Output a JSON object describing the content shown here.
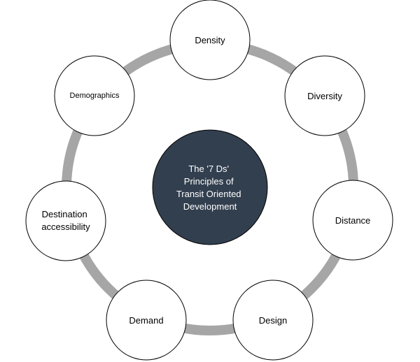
{
  "center": {
    "lines": [
      "The '7 Ds'",
      "Principles of",
      "Transit Oriented",
      "Development"
    ]
  },
  "nodes": [
    {
      "id": "density",
      "lines": [
        "Density"
      ]
    },
    {
      "id": "diversity",
      "lines": [
        "Diversity"
      ]
    },
    {
      "id": "distance",
      "lines": [
        "Distance"
      ]
    },
    {
      "id": "design",
      "lines": [
        "Design"
      ]
    },
    {
      "id": "demand",
      "lines": [
        "Demand"
      ]
    },
    {
      "id": "destination-accessibility",
      "lines": [
        "Destination",
        "accessibility"
      ]
    },
    {
      "id": "demographics",
      "lines": [
        "Demographics"
      ]
    }
  ],
  "colors": {
    "ring": "#a6a6a6",
    "center_fill": "#323f4f",
    "center_text": "#ffffff",
    "node_fill": "#ffffff",
    "node_stroke": "#000000"
  }
}
